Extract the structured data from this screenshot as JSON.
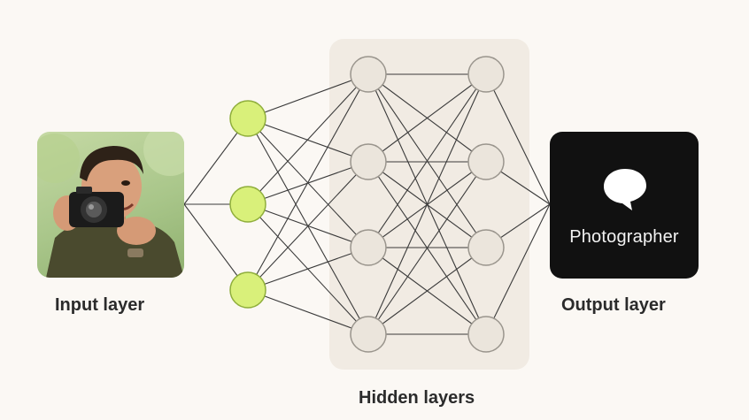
{
  "labels": {
    "input": "Input layer",
    "hidden": "Hidden layers",
    "output": "Output layer"
  },
  "output_card": {
    "text": "Photographer",
    "icon": "speech-bubble-icon"
  },
  "input_card": {
    "icon": "photographer-photo"
  },
  "layers": [
    {
      "name": "input",
      "nodes": 3
    },
    {
      "name": "hidden-1",
      "nodes": 4
    },
    {
      "name": "hidden-2",
      "nodes": 4
    }
  ],
  "colors": {
    "background": "#fbf8f4",
    "hidden_panel": "#f1ebe3",
    "input_node_fill": "#d9f07a",
    "input_node_stroke": "#8fae3b",
    "hidden_node_fill": "#ebe5dc",
    "hidden_node_stroke": "#9a958d",
    "edge": "#3a3a3a",
    "output_card": "#111111"
  }
}
